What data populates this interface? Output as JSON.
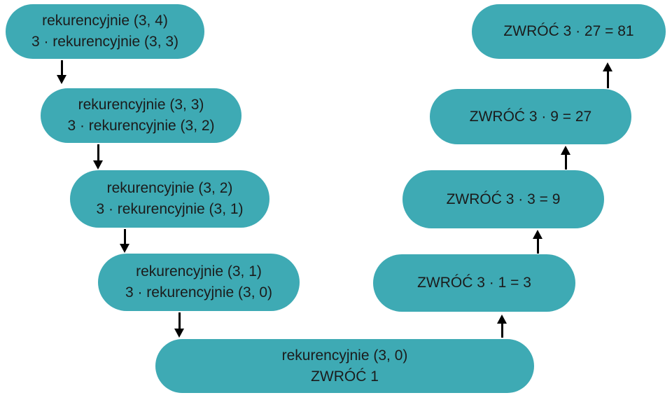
{
  "theme": {
    "accent": "#3EAAB4",
    "text": "#1b1b1b",
    "arrow": "#000000",
    "background": "#ffffff"
  },
  "diagram": {
    "title": "recursion-call-trace",
    "call_boxes": [
      {
        "line1": "rekurencyjnie (3, 4)",
        "line2": "3 · rekurencyjnie (3, 3)"
      },
      {
        "line1": "rekurencyjnie (3, 3)",
        "line2": "3 · rekurencyjnie (3, 2)"
      },
      {
        "line1": "rekurencyjnie (3, 2)",
        "line2": "3 · rekurencyjnie (3, 1)"
      },
      {
        "line1": "rekurencyjnie (3, 1)",
        "line2": "3 · rekurencyjnie (3, 0)"
      }
    ],
    "base_box": {
      "line1": "rekurencyjnie (3, 0)",
      "line2": "ZWRÓĆ 1"
    },
    "return_boxes": [
      {
        "label": "ZWRÓĆ 3 · 27 = 81"
      },
      {
        "label": "ZWRÓĆ 3 · 9 = 27"
      },
      {
        "label": "ZWRÓĆ 3 · 3 = 9"
      },
      {
        "label": "ZWRÓĆ 3 · 1 = 3"
      }
    ]
  }
}
